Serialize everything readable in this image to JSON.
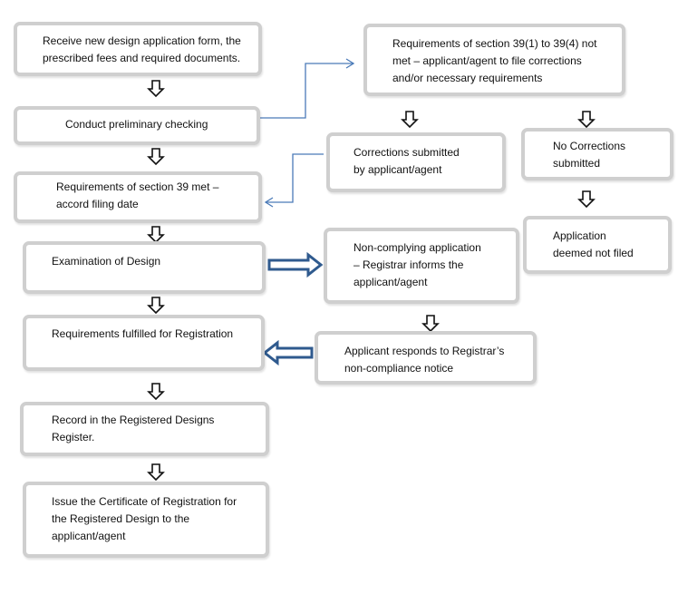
{
  "colors": {
    "box_border": "#cfcfcf",
    "blue_connector": "#4a7ab8",
    "block_arrow_fill": "#ffffff",
    "block_arrow_stroke": "#111111",
    "thick_arrow_fill": "#ffffff",
    "thick_arrow_stroke": "#2f5a8e"
  },
  "nodes": {
    "receive": "Receive new design application form, the\nprescribed fees and required documents.",
    "preliminary": "Conduct preliminary checking",
    "req_not_met": "Requirements of section 39(1) to 39(4) not\nmet – applicant/agent to file corrections\nand/or necessary requirements",
    "corrections": "Corrections submitted\nby applicant/agent",
    "no_corrections": "No Corrections\nsubmitted",
    "req_met": "Requirements of section 39 met –\naccord filing date",
    "not_filed": "Application\ndeemed not filed",
    "examination": "Examination of Design",
    "non_complying": "Non-complying application\n– Registrar informs the\napplicant/agent",
    "fulfilled": "Requirements fulfilled for Registration",
    "responds": "Applicant responds to Registrar’s\nnon-compliance notice",
    "record": "Record in the Registered Designs\nRegister.",
    "issue": "Issue the Certificate of Registration for\nthe Registered Design to the\napplicant/agent"
  }
}
